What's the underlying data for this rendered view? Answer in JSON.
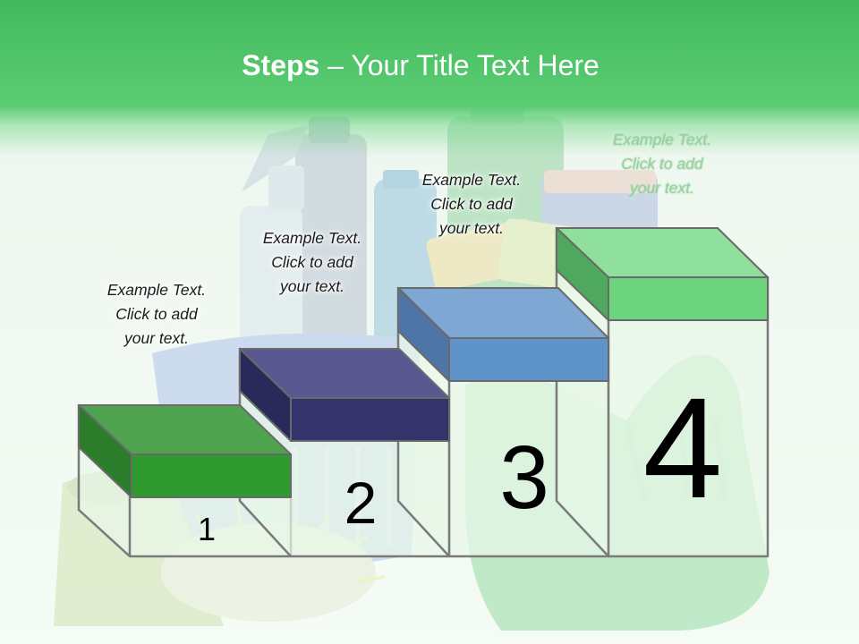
{
  "title": {
    "bold": "Steps",
    "rest": " – Your Title Text Here"
  },
  "steps": [
    {
      "number": "1",
      "caption": [
        "Example Text.",
        "Click  to add",
        "your text."
      ],
      "color": "#2e9a2e"
    },
    {
      "number": "2",
      "caption": [
        "Example Text.",
        "Click  to add",
        "your text."
      ],
      "color": "#3b3b78"
    },
    {
      "number": "3",
      "caption": [
        "Example Text.",
        "Click  to add",
        "your text."
      ],
      "color": "#5e93cb"
    },
    {
      "number": "4",
      "caption": [
        "Example Text.",
        "Click  to add",
        "your text."
      ],
      "color": "#6bd67d"
    }
  ],
  "colors": {
    "header_green": "#4cc466",
    "title_text": "#ffffff",
    "pedestal_fill": "#e6f6e6",
    "pedestal_outline": "#7a7a7a"
  },
  "background_icons": [
    "spray-bottle-icon",
    "bucket-icon",
    "scrub-brush-icon",
    "rubber-glove-icon",
    "sponge-icon"
  ]
}
